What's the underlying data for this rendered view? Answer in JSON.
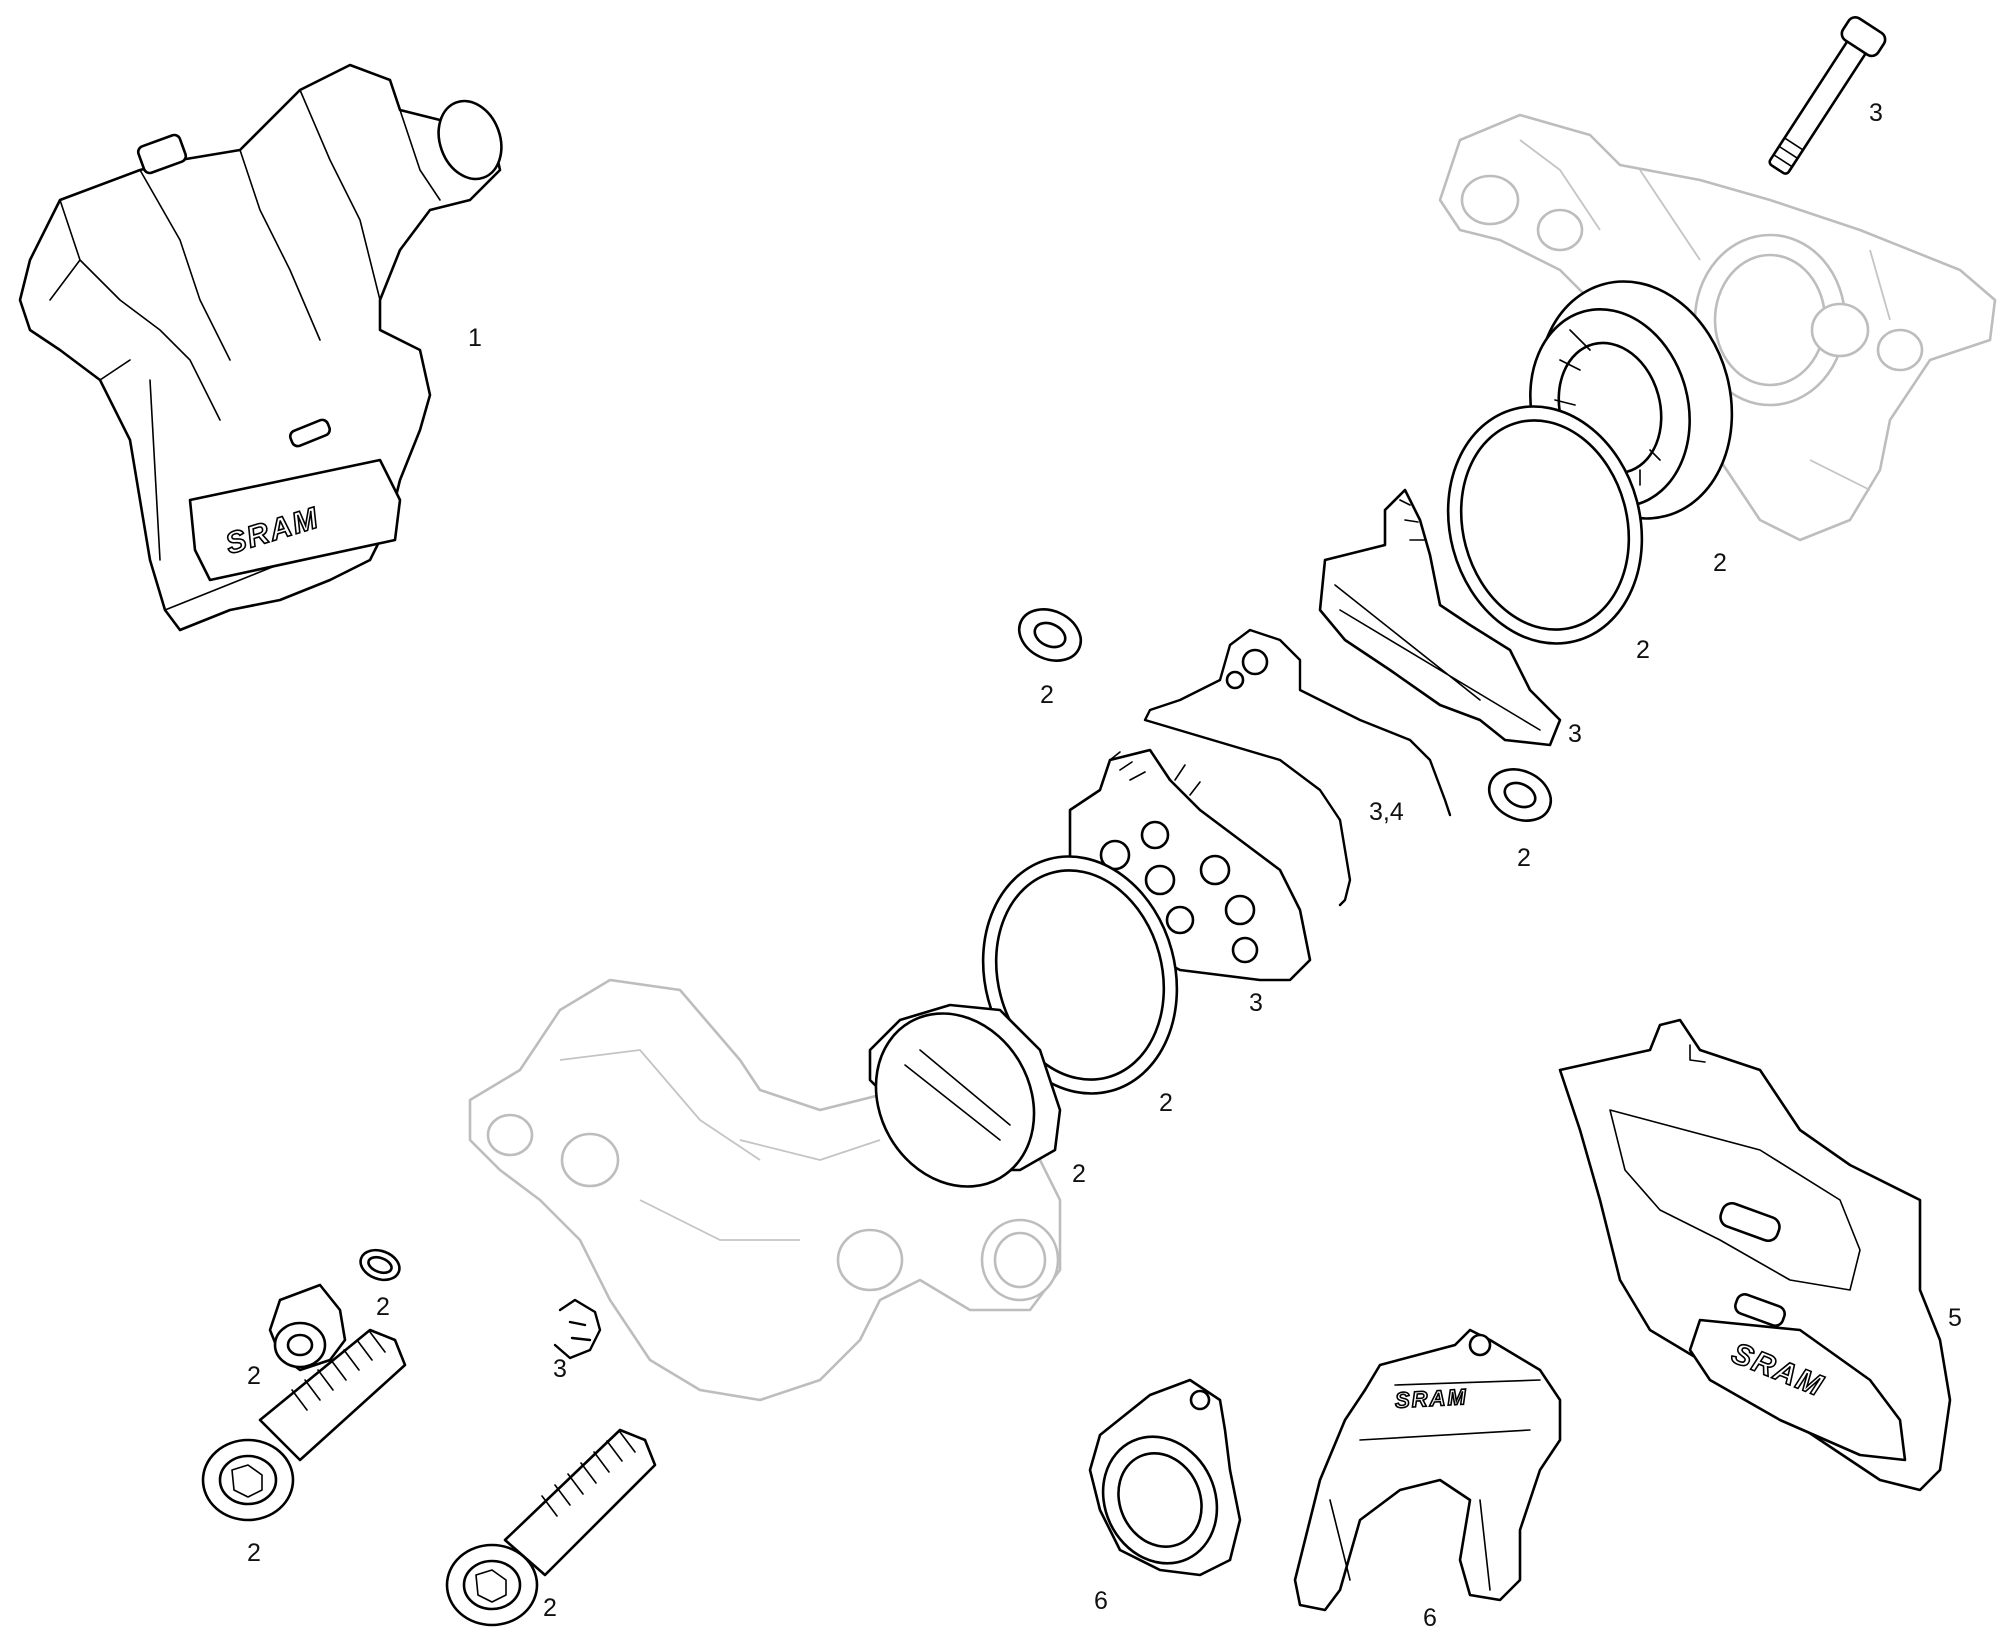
{
  "brand": {
    "logo_text": "SRAM"
  },
  "callouts": [
    {
      "id": "caliper-body-cover",
      "text": "1"
    },
    {
      "id": "banjo-bolt-upper",
      "text": "3"
    },
    {
      "id": "piston-right-outer",
      "text": "2"
    },
    {
      "id": "piston-seal-right",
      "text": "2"
    },
    {
      "id": "pad-right",
      "text": "3"
    },
    {
      "id": "pad-spring",
      "text": "3,4"
    },
    {
      "id": "bleed-washer-right",
      "text": "2"
    },
    {
      "id": "bleed-washer-left",
      "text": "2"
    },
    {
      "id": "pad-left",
      "text": "3"
    },
    {
      "id": "piston-seal-left",
      "text": "2"
    },
    {
      "id": "piston-left",
      "text": "2"
    },
    {
      "id": "o-ring-small",
      "text": "2"
    },
    {
      "id": "bleed-screw",
      "text": "2"
    },
    {
      "id": "pad-retainer-clip",
      "text": "3"
    },
    {
      "id": "mount-bolt-left",
      "text": "2"
    },
    {
      "id": "mount-bolt-right",
      "text": "2"
    },
    {
      "id": "shield-cover",
      "text": "5"
    },
    {
      "id": "bleed-adapter-ring",
      "text": "6"
    },
    {
      "id": "bleed-block",
      "text": "6"
    }
  ]
}
